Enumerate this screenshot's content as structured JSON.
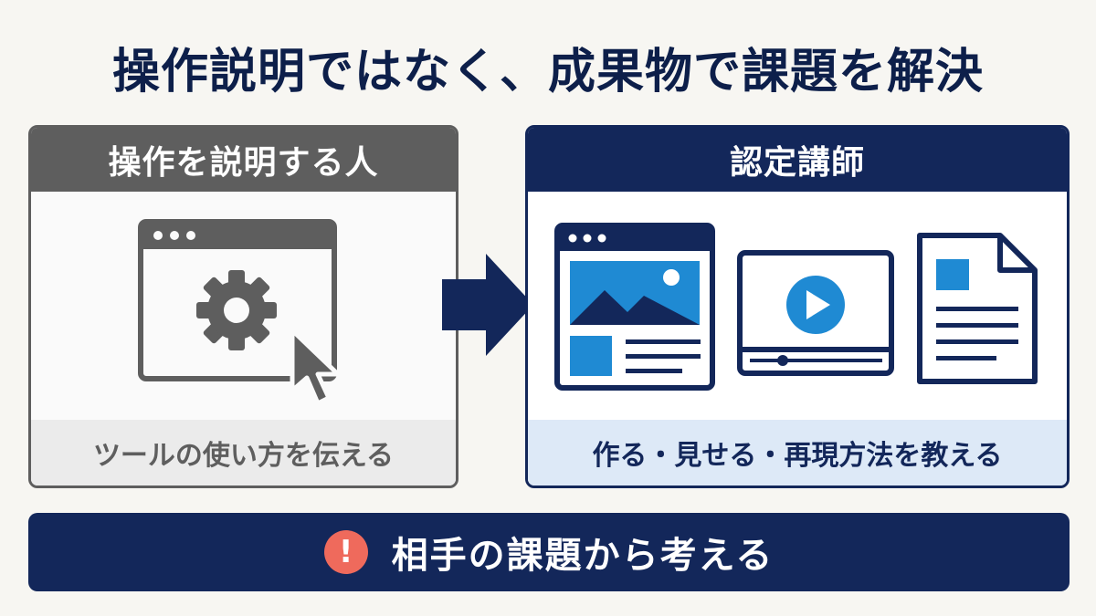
{
  "title": "操作説明ではなく、成果物で課題を解決",
  "left_panel": {
    "header": "操作を説明する人",
    "footer": "ツールの使い方を伝える",
    "icons": [
      "browser-window-icon",
      "gear-icon",
      "cursor-icon"
    ]
  },
  "right_panel": {
    "header": "認定講師",
    "footer": "作る・見せる・再現方法を教える",
    "icons": [
      "webpage-icon",
      "video-player-icon",
      "document-icon"
    ]
  },
  "banner": {
    "icon_glyph": "!",
    "text": "相手の課題から考える"
  },
  "colors": {
    "navy": "#13275a",
    "gray": "#5e5e5e",
    "accent_blue": "#1f8ad3",
    "alert_red": "#ef6a5c"
  }
}
